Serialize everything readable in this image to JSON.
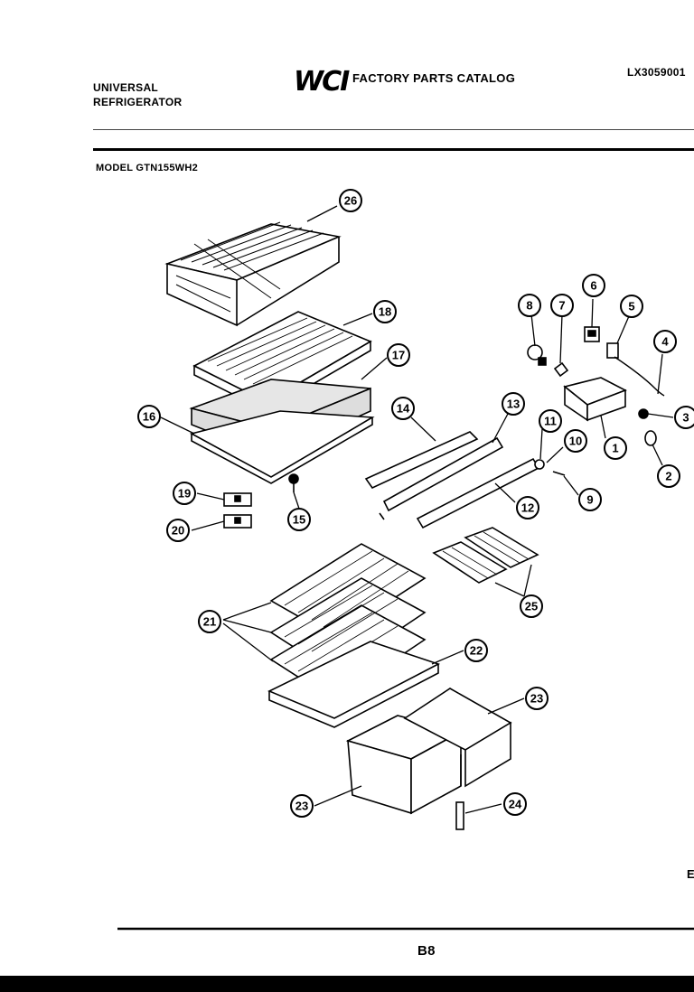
{
  "header": {
    "brand_line1": "UNIVERSAL",
    "brand_line2": "REFRIGERATOR",
    "logo": "WCI",
    "catalog_title": "FACTORY PARTS CATALOG",
    "part_number": "LX3059001",
    "model": "MODEL GTN155WH2"
  },
  "footer": {
    "page": "B8",
    "edge_letter": "E"
  },
  "callouts": [
    "26",
    "18",
    "17",
    "16",
    "19",
    "20",
    "15",
    "14",
    "13",
    "12",
    "11",
    "10",
    "9",
    "8",
    "7",
    "6",
    "5",
    "4",
    "3",
    "2",
    "1",
    "25",
    "21",
    "22",
    "23",
    "23",
    "24"
  ]
}
